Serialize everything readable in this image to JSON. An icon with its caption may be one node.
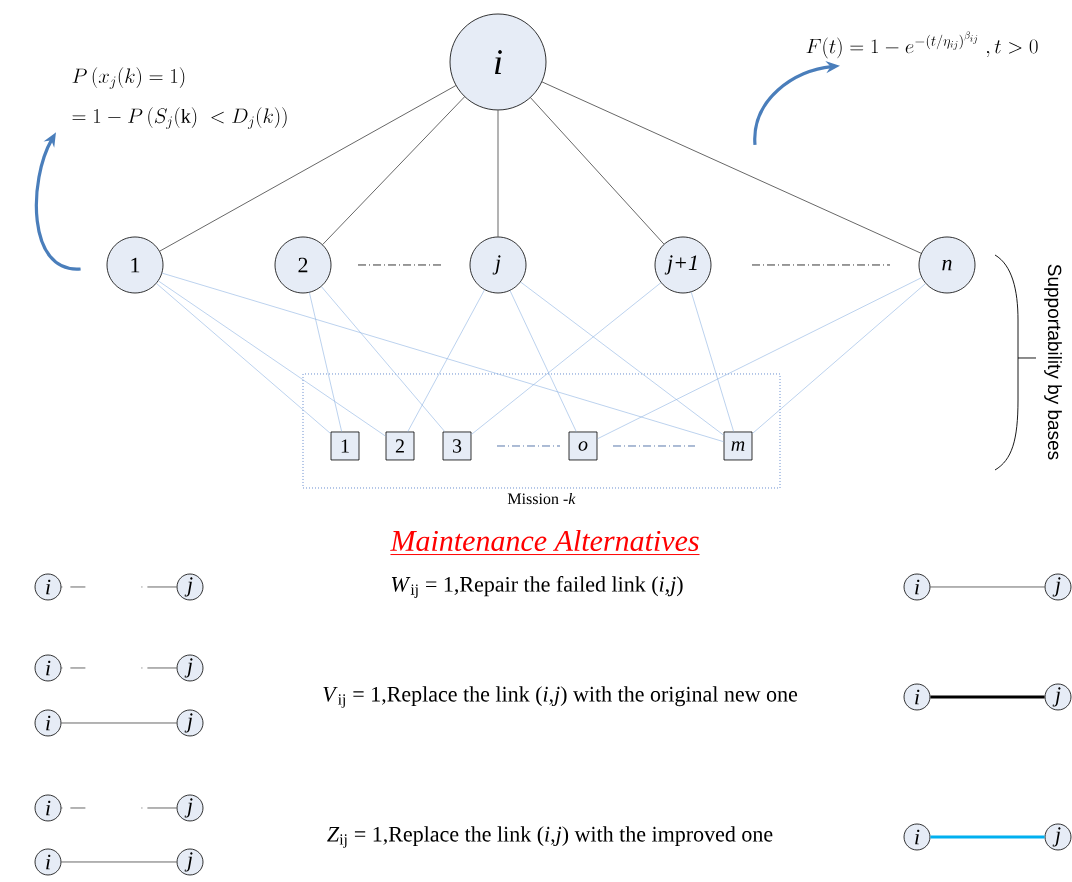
{
  "diagram": {
    "title": "Maintenance Alternatives",
    "nodes": [
      {
        "text": [
          "i"
        ]
      },
      {
        "text": [
          "1"
        ]
      },
      {
        "text": [
          "2"
        ]
      },
      {
        "text": [
          "j"
        ]
      },
      {
        "text": [
          "j+1"
        ]
      },
      {
        "text": [
          "n"
        ]
      },
      {
        "text": [
          "Mission -*k*"
        ]
      },
      {
        "text": [
          "1"
        ],
        "in": 6
      },
      {
        "text": [
          "2"
        ],
        "in": 6
      },
      {
        "text": [
          "3"
        ],
        "in": 6
      },
      {
        "text": [
          "o"
        ],
        "in": 6
      },
      {
        "text": [
          "m"
        ],
        "in": 6
      },
      {
        "text": [
          "P\\left(x_j(k)=1\\right)",
          "=1-P\\left(S_j(\\mathrm{k})\\;<D_j(k)\\right)"
        ]
      },
      {
        "text": [
          "F(t)=1-e^{-\\left(t/\\eta_{ij}\\right)^{\\beta_{ij}}}\\;,t>0"
        ]
      },
      {
        "text": [
          "i"
        ]
      },
      {
        "text": [
          "j"
        ]
      },
      {
        "text": [
          "i"
        ]
      },
      {
        "text": [
          "j"
        ]
      },
      {
        "text": [
          "i"
        ]
      },
      {
        "text": [
          "j"
        ]
      },
      {
        "text": [
          "i"
        ]
      },
      {
        "text": [
          "j"
        ]
      },
      {
        "text": [
          "i"
        ]
      },
      {
        "text": [
          "j"
        ]
      },
      {
        "text": [
          "i"
        ]
      },
      {
        "text": [
          "j"
        ]
      },
      {
        "text": [
          "i"
        ]
      },
      {
        "text": [
          "j"
        ]
      },
      {
        "text": [
          "i"
        ]
      },
      {
        "text": [
          "j"
        ]
      }
    ],
    "edges": [
      {
        "from": 0,
        "to": 1,
        "arrow": "none"
      },
      {
        "from": 0,
        "to": 2,
        "arrow": "none"
      },
      {
        "from": 0,
        "to": 3,
        "arrow": "none"
      },
      {
        "from": 0,
        "to": 4,
        "arrow": "none"
      },
      {
        "from": 0,
        "to": 5,
        "arrow": "none"
      },
      {
        "from": 1,
        "to": 7,
        "arrow": "none",
        "color": "#8eb4e3"
      },
      {
        "from": 1,
        "to": 8,
        "arrow": "none",
        "color": "#8eb4e3"
      },
      {
        "from": 1,
        "to": 11,
        "arrow": "none",
        "color": "#8eb4e3"
      },
      {
        "from": 2,
        "to": 7,
        "arrow": "none",
        "color": "#8eb4e3"
      },
      {
        "from": 2,
        "to": 9,
        "arrow": "none",
        "color": "#8eb4e3"
      },
      {
        "from": 3,
        "to": 8,
        "arrow": "none",
        "color": "#8eb4e3"
      },
      {
        "from": 3,
        "to": 10,
        "arrow": "none",
        "color": "#8eb4e3"
      },
      {
        "from": 3,
        "to": 11,
        "arrow": "none",
        "color": "#8eb4e3"
      },
      {
        "from": 4,
        "to": 9,
        "arrow": "none",
        "color": "#8eb4e3"
      },
      {
        "from": 4,
        "to": 11,
        "arrow": "none",
        "color": "#8eb4e3"
      },
      {
        "from": 5,
        "to": 10,
        "arrow": "none",
        "color": "#8eb4e3"
      },
      {
        "from": 5,
        "to": 11,
        "arrow": "none",
        "color": "#8eb4e3"
      },
      {
        "from": 1,
        "to": 12,
        "arrow": "to",
        "style": "thick",
        "color": "#4a7ebb"
      },
      {
        "from": null,
        "to": 13,
        "arrow": "to",
        "style": "thick",
        "color": "#4a7ebb"
      },
      {
        "from": 14,
        "to": 15,
        "arrow": "none",
        "style": "dashed"
      },
      {
        "from": 16,
        "to": 17,
        "arrow": "none"
      },
      {
        "from": 18,
        "to": 19,
        "arrow": "none",
        "style": "dashed"
      },
      {
        "from": 20,
        "to": 21,
        "arrow": "none"
      },
      {
        "from": 22,
        "to": 23,
        "arrow": "none",
        "style": "thick"
      },
      {
        "from": 24,
        "to": 25,
        "arrow": "none",
        "style": "dashed"
      },
      {
        "from": 26,
        "to": 27,
        "arrow": "none"
      },
      {
        "from": 28,
        "to": 29,
        "arrow": "none",
        "style": "thick",
        "color": "#00b0f0"
      }
    ],
    "labels": [
      "*W*$_{ij}$ = 1,Repair the failed link (*i*,*j*)",
      "*V*$_{ij}$ = 1,Replace the link (*i*,*j*) with the original new one",
      "*Z*$_{ij}$ = 1,Replace the link (*i*,*j*) with the improved one",
      "Supportability by bases"
    ]
  }
}
